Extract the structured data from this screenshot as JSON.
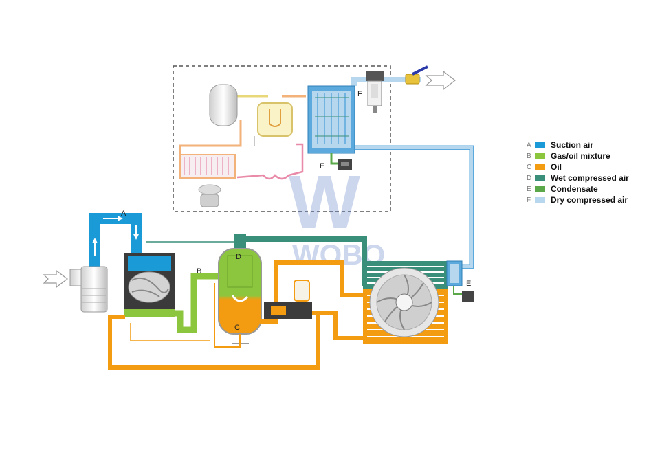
{
  "legend": [
    {
      "letter": "A",
      "label": "Suction air",
      "color": "#1a9ad6"
    },
    {
      "letter": "B",
      "label": "Gas/oil mixture",
      "color": "#8cc63f"
    },
    {
      "letter": "C",
      "label": "Oil",
      "color": "#f39c12"
    },
    {
      "letter": "D",
      "label": "Wet compressed air",
      "color": "#3a8f7a"
    },
    {
      "letter": "E",
      "label": "Condensate",
      "color": "#5aa84a"
    },
    {
      "letter": "F",
      "label": "Dry compressed air",
      "color": "#b7d7ee"
    }
  ],
  "diagram_labels": {
    "a": "A",
    "b": "B",
    "c": "C",
    "d": "D",
    "e_dryer": "E",
    "e_cooler": "E",
    "f": "F"
  },
  "watermark": {
    "letter": "W",
    "text": "WOBO"
  },
  "colors": {
    "suction_air": "#1a9ad6",
    "gas_oil": "#8cc63f",
    "oil": "#f39c12",
    "wet_air": "#3a8f7a",
    "condensate": "#5aa84a",
    "dry_air": "#b7d7ee",
    "refrigerant_hot": "#f2b27a",
    "refrigerant_pink": "#e88aa8"
  }
}
